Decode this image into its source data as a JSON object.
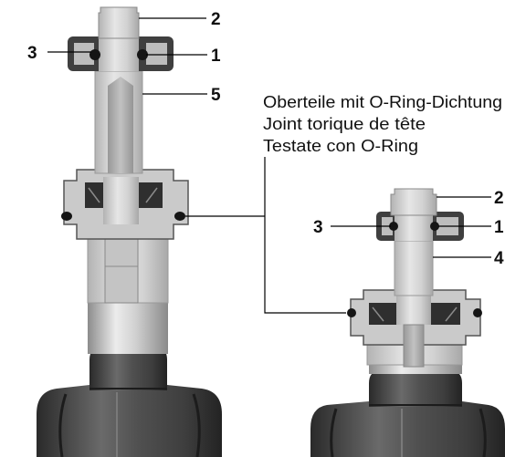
{
  "left_part": {
    "labels": {
      "top_stem": "2",
      "ring_left": "3",
      "ring_right": "1",
      "spindle": "5"
    }
  },
  "caption": {
    "line_de": "Oberteile mit O-Ring-Dichtung",
    "line_fr": "Joint torique de tête",
    "line_it": "Testate con O-Ring"
  },
  "right_part": {
    "labels": {
      "top_stem": "2",
      "ring_left": "3",
      "ring_right": "1",
      "stem": "4"
    }
  },
  "colors": {
    "ring_dark": "#3f3f3f",
    "o_ring": "#151515",
    "leader_line": "#000000",
    "text": "#111111"
  }
}
